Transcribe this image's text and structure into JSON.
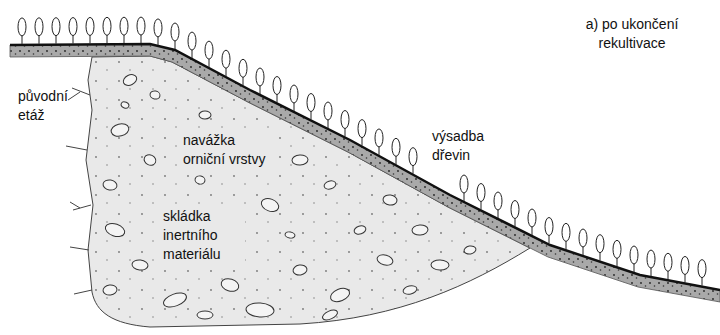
{
  "diagram": {
    "labels": [
      "a) po ukončení rekultivace",
      "původní etáž",
      "navážka orniční vrstvy",
      "výsadba dřevin",
      "skládka inertního materiálu"
    ]
  }
}
